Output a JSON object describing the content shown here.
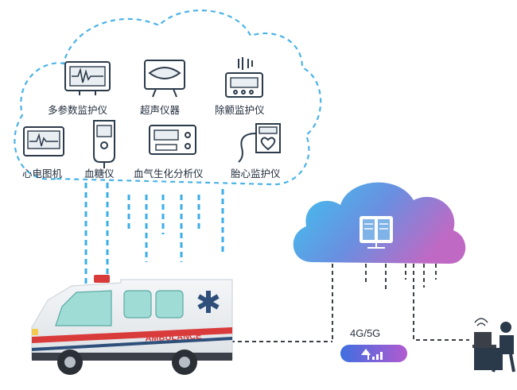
{
  "devices": [
    {
      "id": "multi-param-monitor",
      "label": "多参数监护仪"
    },
    {
      "id": "ultrasound",
      "label": "超声仪器"
    },
    {
      "id": "defibrillation-monitor",
      "label": "除颤监护仪"
    },
    {
      "id": "ecg-machine",
      "label": "心电图机"
    },
    {
      "id": "glucometer",
      "label": "血糖仪"
    },
    {
      "id": "blood-gas-analyzer",
      "label": "血气生化分析仪"
    },
    {
      "id": "fetal-heart-monitor",
      "label": "胎心监护仪"
    }
  ],
  "ambulance": {
    "label": "AMBULANCE"
  },
  "network": {
    "label": "4G/5G"
  },
  "colors": {
    "dash_blue": "#3aaee8",
    "outline_blue": "#4ab3e6",
    "icon_dark": "#2b3a4a",
    "cloud_gradient_start": "#3ec4ef",
    "cloud_gradient_end": "#c069c4",
    "ambulance_red": "#d93a3a"
  }
}
